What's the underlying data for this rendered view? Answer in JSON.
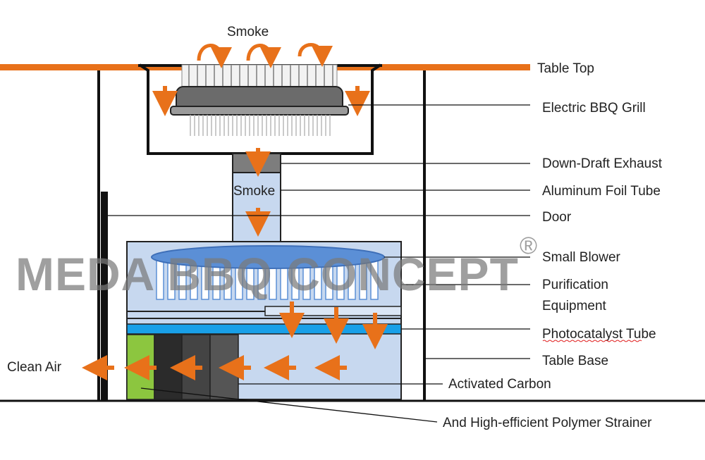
{
  "watermark": "MEDA BBQ CONCEPT",
  "registered_mark": "®",
  "labels": {
    "smoke_top": "Smoke",
    "smoke_tube": "Smoke",
    "table_top": "Table Top",
    "electric_grill": "Electric BBQ Grill",
    "down_draft": "Down-Draft Exhaust",
    "foil_tube": "Aluminum Foil Tube",
    "door": "Door",
    "small_blower": "Small Blower",
    "purification_line1": "Purification",
    "purification_line2": "Equipment",
    "photocatalyst": "Photocatalyst Tube",
    "table_base": "Table Base",
    "clean_air": "Clean Air",
    "activated_carbon": "Activated Carbon",
    "polymer_strainer": "And High-efficient Polymer Strainer"
  },
  "colors": {
    "table_top": "#e8711a",
    "arrow": "#e8711a",
    "chamber_fill": "#c7d8ef",
    "blower_fill": "#5b8fd6",
    "photocatalyst": "#19a0e8",
    "green_filter": "#8cc63f",
    "carbon_dark": "#2b2b2b",
    "carbon_mid": "#444444",
    "carbon_light": "#555555",
    "grill_body": "#6b6b6b",
    "exhaust": "#7d7d7d",
    "outline": "#111111"
  }
}
